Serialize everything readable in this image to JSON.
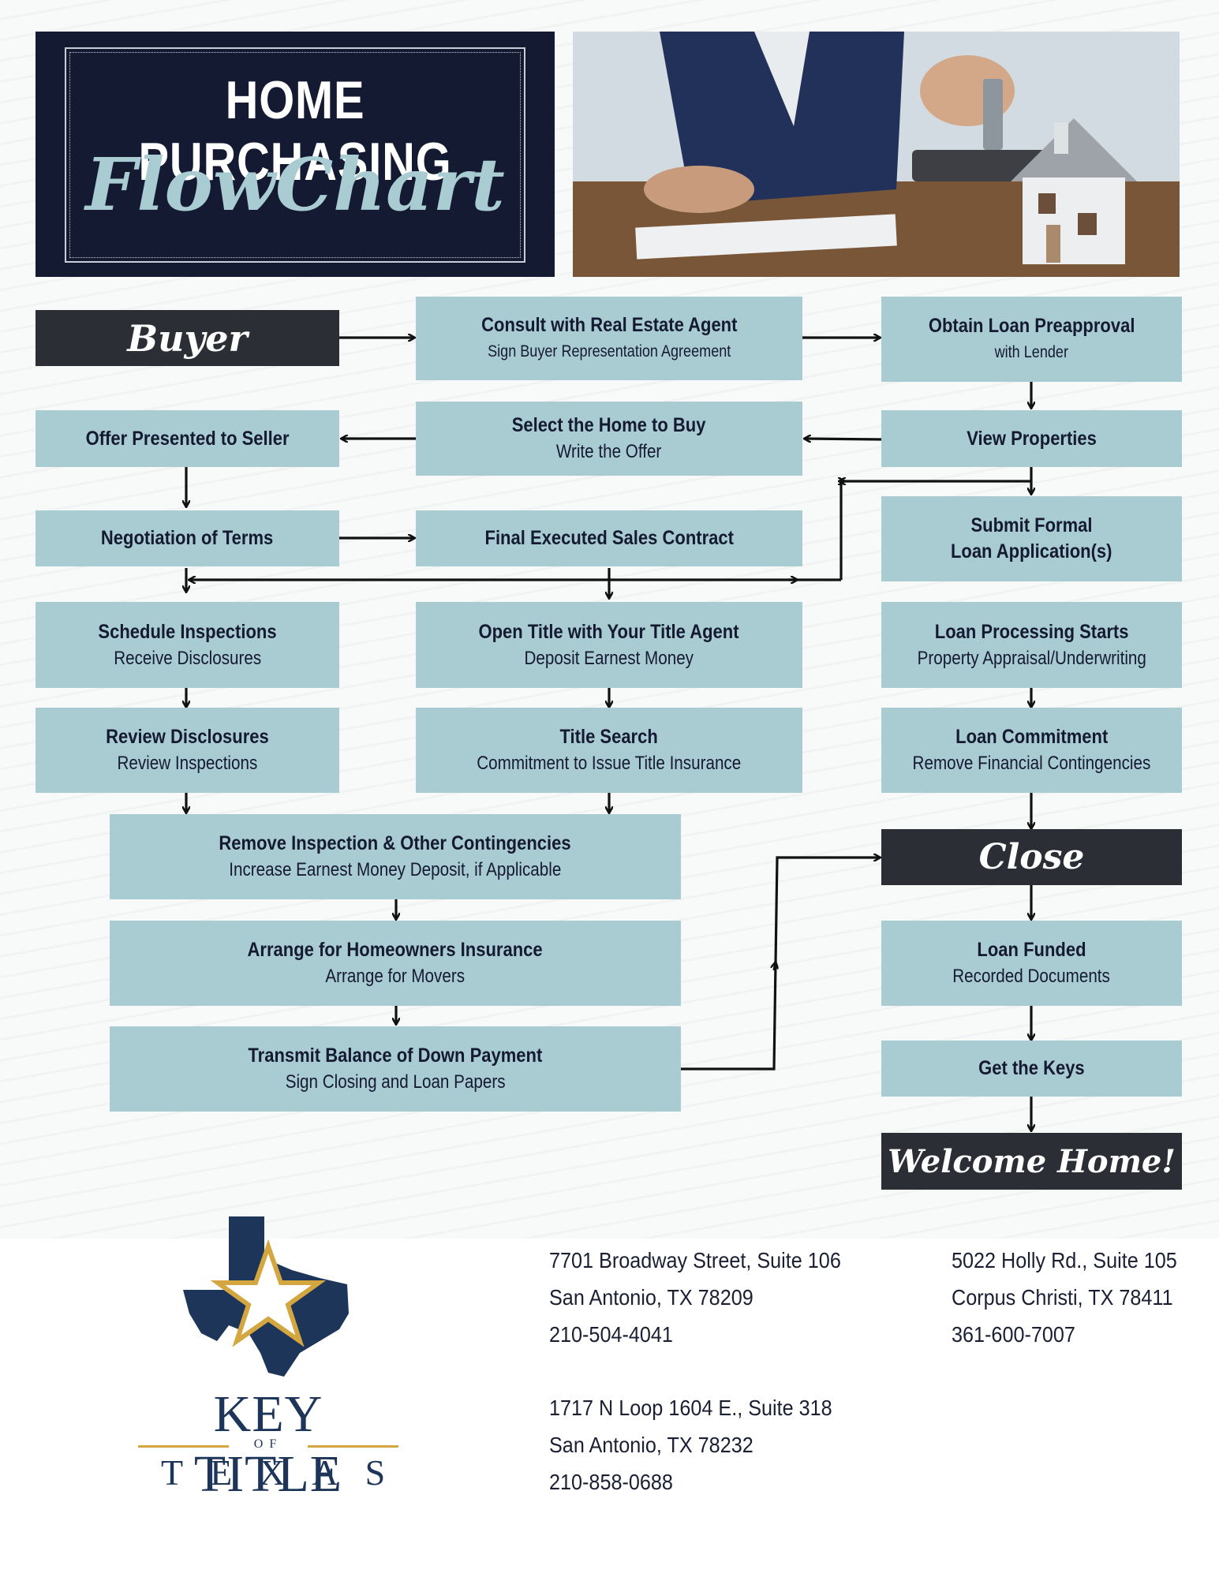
{
  "header": {
    "title_line1": "HOME PURCHASING",
    "title_line2": "FlowChart"
  },
  "start_label": "Buyer",
  "close_label": "Close",
  "end_label": "Welcome Home!",
  "nodes": {
    "consult": {
      "title": "Consult with Real Estate Agent",
      "sub": "Sign Buyer Representation Agreement"
    },
    "preapproval": {
      "title": "Obtain Loan Preapproval",
      "sub": "with Lender"
    },
    "offer_presented": {
      "title": "Offer Presented to Seller"
    },
    "select_home": {
      "title": "Select the Home to Buy",
      "sub": "Write the Offer"
    },
    "view_properties": {
      "title": "View Properties"
    },
    "negotiation": {
      "title": "Negotiation of Terms"
    },
    "final_contract": {
      "title": "Final Executed Sales Contract"
    },
    "submit_loan": {
      "title": "Submit Formal",
      "title2": "Loan Application(s)"
    },
    "schedule_inspections": {
      "title": "Schedule Inspections",
      "sub": "Receive Disclosures"
    },
    "open_title": {
      "title": "Open Title with Your Title Agent",
      "sub": "Deposit Earnest Money"
    },
    "loan_processing": {
      "title": "Loan Processing Starts",
      "sub": "Property Appraisal/Underwriting"
    },
    "review_disclosures": {
      "title": "Review Disclosures",
      "sub": "Review Inspections"
    },
    "title_search": {
      "title": "Title Search",
      "sub": "Commitment to Issue Title Insurance"
    },
    "loan_commitment": {
      "title": "Loan Commitment",
      "sub": "Remove Financial Contingencies"
    },
    "remove_contingencies": {
      "title": "Remove Inspection & Other Contingencies",
      "sub": "Increase Earnest Money Deposit, if Applicable"
    },
    "insurance": {
      "title": "Arrange for Homeowners Insurance",
      "sub": "Arrange for Movers"
    },
    "transmit": {
      "title": "Transmit Balance of Down Payment",
      "sub": "Sign Closing and Loan Papers"
    },
    "loan_funded": {
      "title": "Loan Funded",
      "sub": "Recorded Documents"
    },
    "get_keys": {
      "title": "Get the Keys"
    }
  },
  "footer": {
    "logo_line1": "KEY TITLE",
    "logo_of": "OF",
    "logo_line2": "TEXAS",
    "office1": {
      "street": "7701 Broadway Street, Suite 106",
      "city": "San Antonio, TX 78209",
      "phone": "210-504-4041"
    },
    "office2": {
      "street": "5022 Holly Rd., Suite 105",
      "city": "Corpus Christi, TX 78411",
      "phone": "361-600-7007"
    },
    "office3": {
      "street": "1717 N Loop 1604 E., Suite 318",
      "city": "San Antonio, TX 78232",
      "phone": "210-858-0688"
    }
  },
  "colors": {
    "node_fill": "#a9ccd2",
    "dark_fill": "#2b2e34",
    "navy": "#151a33",
    "accent_blue": "#a9ccd3",
    "gold": "#d4a640"
  }
}
